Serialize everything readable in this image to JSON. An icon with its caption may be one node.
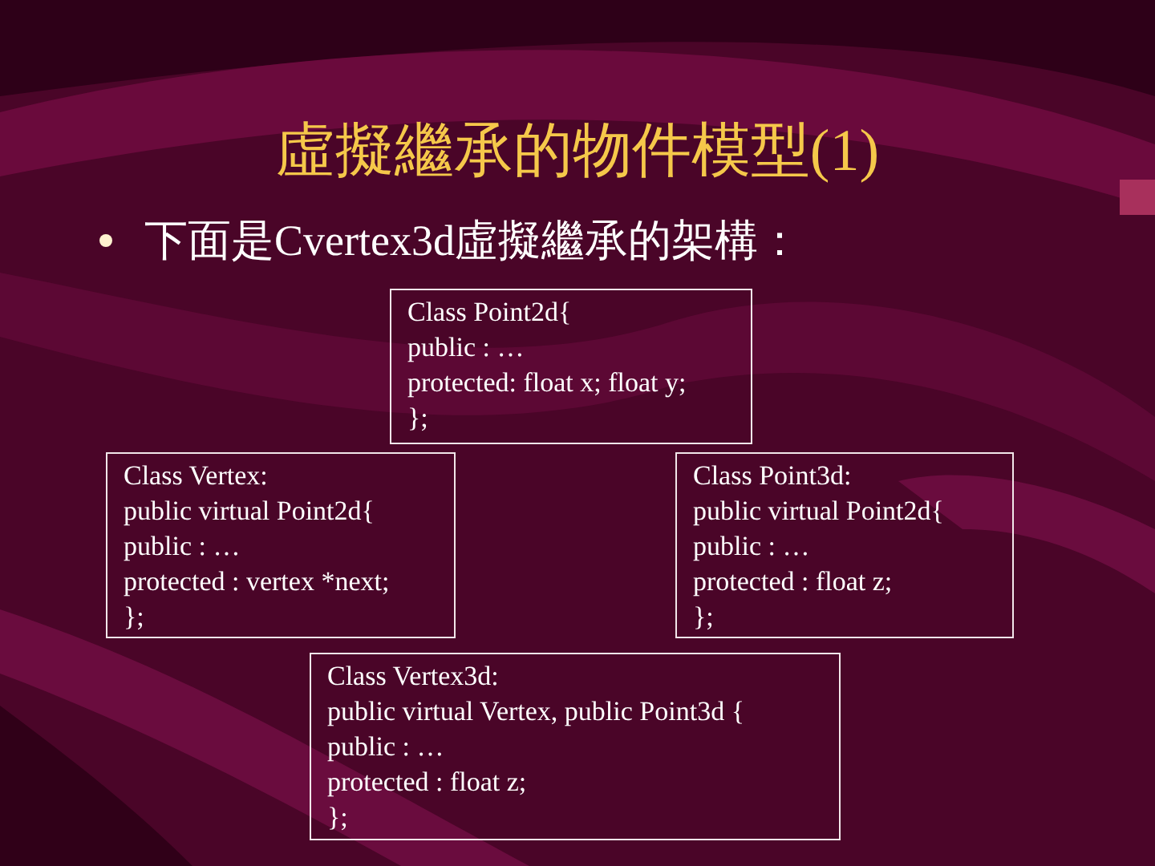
{
  "diagram": {
    "title": "虛擬繼承的物件模型(1)",
    "nodes": [
      {
        "text": [
          "Class Point2d{",
          "public : …",
          "protected: float x; float y;",
          "};"
        ]
      },
      {
        "text": [
          "Class Vertex:",
          "public virtual Point2d{",
          "public : …",
          "protected : vertex *next;",
          "};"
        ]
      },
      {
        "text": [
          "Class Point3d:",
          "public virtual Point2d{",
          "public : …",
          "protected : float z;",
          "};"
        ]
      },
      {
        "text": [
          "Class Vertex3d:",
          "public virtual Vertex, public Point3d {",
          "public : …",
          "protected : float z;",
          "};"
        ]
      }
    ],
    "labels": [
      "下面是Cvertex3d虛擬繼承的架構："
    ]
  }
}
